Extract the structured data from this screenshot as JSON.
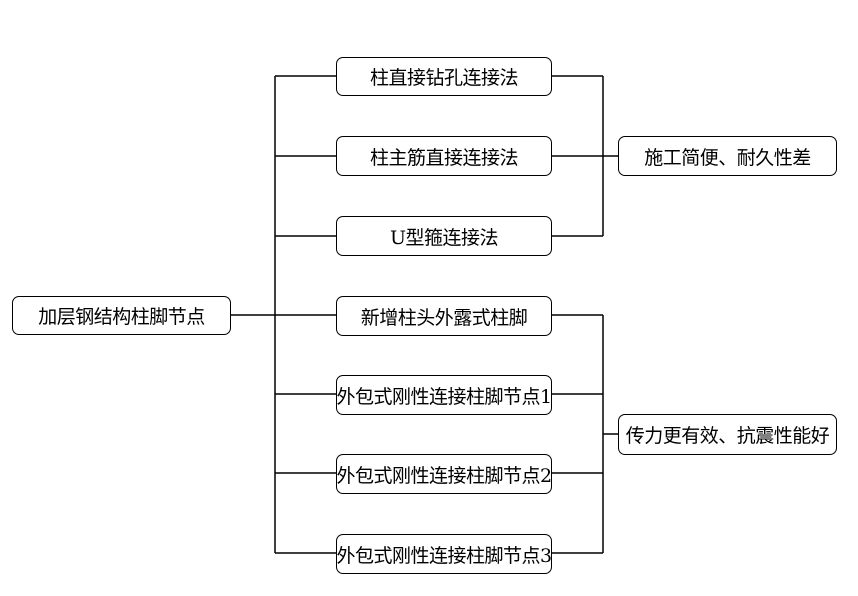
{
  "root": "加层钢结构柱脚节点",
  "methods": [
    "柱直接钻孔连接法",
    "柱主筋直接连接法",
    "U型箍连接法",
    "新增柱头外露式柱脚",
    "外包式刚性连接柱脚节点1",
    "外包式刚性连接柱脚节点2",
    "外包式刚性连接柱脚节点3"
  ],
  "evaluations": [
    "施工简便、耐久性差",
    "传力更有效、抗震性能好"
  ]
}
